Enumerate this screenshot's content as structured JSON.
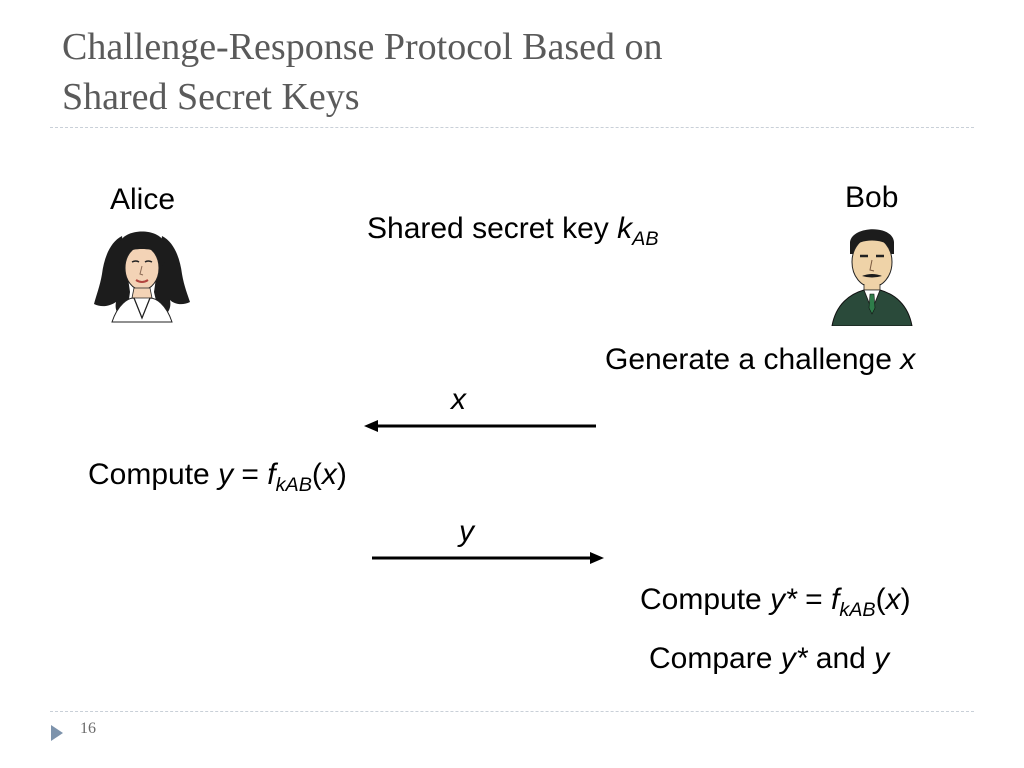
{
  "slide": {
    "title_line1": "Challenge-Response Protocol Based on",
    "title_line2": "Shared Secret Keys",
    "page_number": "16"
  },
  "parties": {
    "alice": "Alice",
    "bob": "Bob"
  },
  "shared_key": {
    "text": "Shared secret key",
    "var": "k",
    "sub": "AB"
  },
  "steps": {
    "generate": {
      "text": "Generate a challenge",
      "var": "x"
    },
    "msg1": {
      "label": "x"
    },
    "alice_compute": {
      "prefix": "Compute",
      "y": "y",
      "eq": "=",
      "f": "f",
      "fsub": "kAB",
      "lp": "(",
      "arg": "x",
      "rp": ")"
    },
    "msg2": {
      "label": "y"
    },
    "bob_compute": {
      "prefix": "Compute",
      "y": "y*",
      "eq": "=",
      "f": "f",
      "fsub": "kAB",
      "lp": "(",
      "arg": "x",
      "rp": ")"
    },
    "compare": {
      "prefix": "Compare",
      "a": "y*",
      "mid": "and",
      "b": "y"
    }
  },
  "colors": {
    "title": "#5a5a5a",
    "rule": "#c9d0d8",
    "accent_triangle": "#7d93ac"
  },
  "icons": {
    "alice": "woman-portrait-icon",
    "bob": "man-portrait-icon",
    "bullet": "triangle-bullet-icon"
  }
}
